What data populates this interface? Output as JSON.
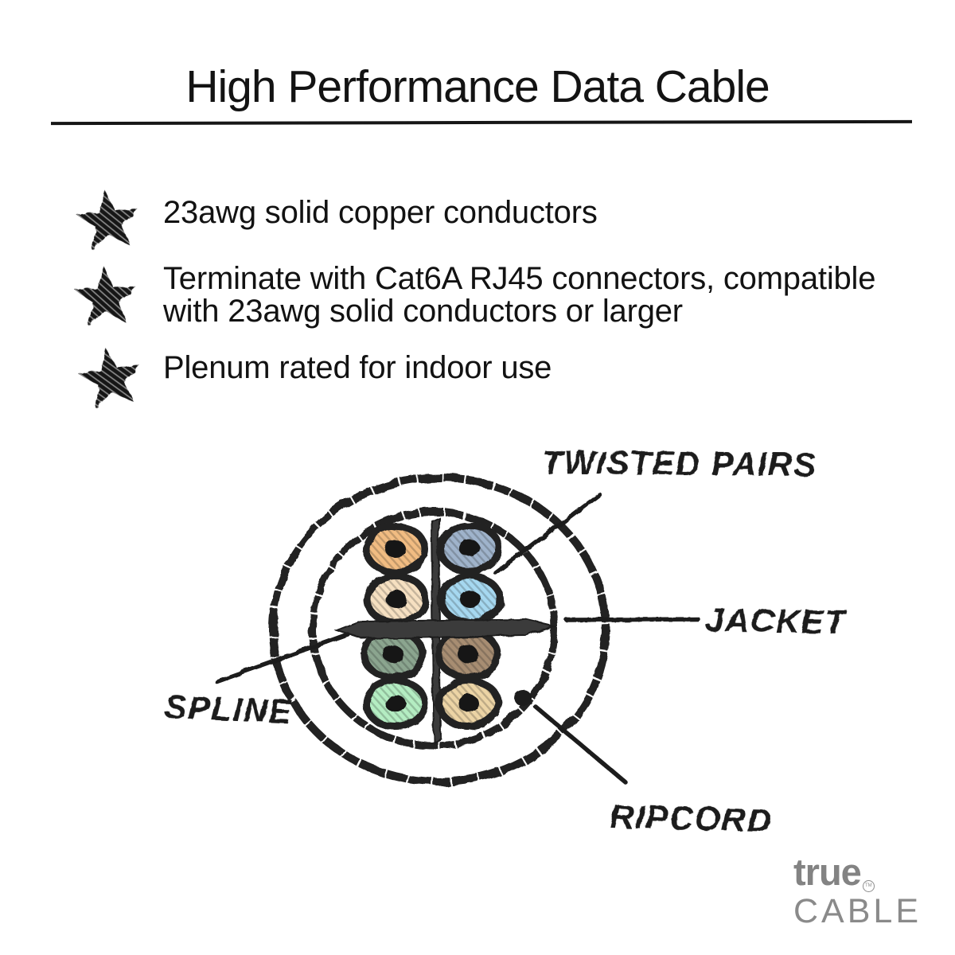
{
  "title": "High Performance Data Cable",
  "features": [
    {
      "icon": "star-icon",
      "lines": [
        "23awg solid copper conductors"
      ]
    },
    {
      "icon": "star-icon",
      "lines": [
        "Terminate with Cat6A RJ45 connectors, compatible",
        "with 23awg solid conductors or larger"
      ]
    },
    {
      "icon": "star-icon",
      "lines": [
        "Plenum rated for indoor use"
      ]
    }
  ],
  "diagram": {
    "type": "cable-cross-section",
    "labels": {
      "twisted_pairs": "TWISTED PAIRS",
      "jacket": "JACKET",
      "spline": "SPLINE",
      "ripcord": "RIPCORD"
    },
    "conductors": [
      {
        "name": "orange",
        "color": "#f1bc82"
      },
      {
        "name": "blue",
        "color": "#9fb3cb"
      },
      {
        "name": "white-orange",
        "color": "#f6e0c1"
      },
      {
        "name": "white-blue",
        "color": "#a6d8f0"
      },
      {
        "name": "green",
        "color": "#8ba58f"
      },
      {
        "name": "brown",
        "color": "#a78d72"
      },
      {
        "name": "white-green",
        "color": "#b4edc2"
      },
      {
        "name": "white-brown",
        "color": "#ecd4a5"
      }
    ]
  },
  "logo": {
    "top": "true",
    "tm": "TM",
    "bottom": "CABLE"
  },
  "colors": {
    "ink": "#1f1f1f",
    "logo_gray": "#8a8a8a",
    "background": "#ffffff"
  }
}
